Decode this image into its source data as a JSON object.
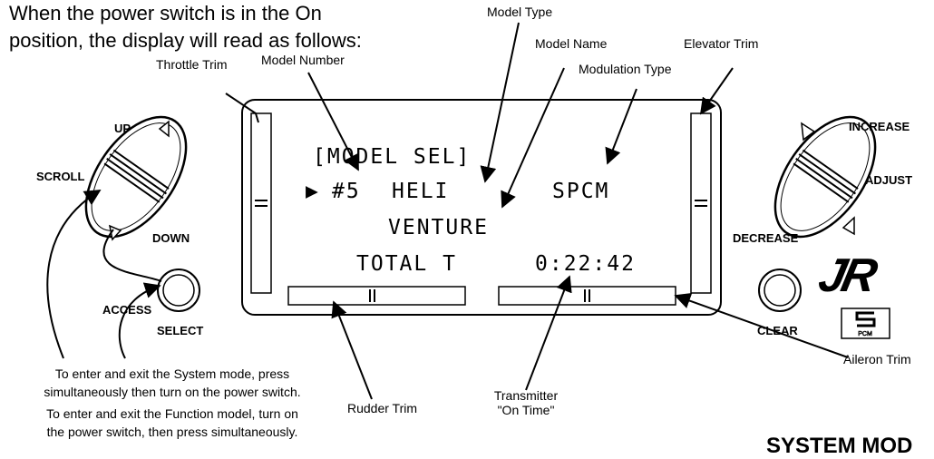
{
  "intro": {
    "line1": "When the power switch is in the On",
    "line2": "position, the display will read as follows:"
  },
  "callouts": {
    "throttle_trim": "Throttle Trim",
    "model_number": "Model Number",
    "model_type": "Model Type",
    "model_name": "Model Name",
    "modulation_type": "Modulation Type",
    "elevator_trim": "Elevator Trim",
    "rudder_trim": "Rudder Trim",
    "transmitter_on_time_line1": "Transmitter",
    "transmitter_on_time_line2": "\"On Time\"",
    "aileron_trim": "Aileron Trim"
  },
  "display": {
    "row1": "[MODEL SEL]",
    "row2_marker": "▶",
    "row2_number": "#5",
    "row2_type": "HELI",
    "row2_modulation": "SPCM",
    "row3_name": "VENTURE",
    "row4_label": "TOTAL T",
    "row4_time": "0:22:42"
  },
  "left_controls": {
    "up": "UP",
    "scroll": "SCROLL",
    "down": "DOWN",
    "access": "ACCESS",
    "select": "SELECT"
  },
  "right_controls": {
    "increase": "INCREASE",
    "adjust": "ADJUST",
    "decrease": "DECREASE",
    "clear": "CLEAR"
  },
  "logos": {
    "brand": "JR",
    "pcm": "PCM"
  },
  "notes": {
    "system_line1": "To enter and exit the System mode, press",
    "system_line2": "simultaneously then turn on the power switch.",
    "function_line1": "To enter and exit the Function model, turn on",
    "function_line2": "the power switch, then press simultaneously."
  },
  "footer": {
    "title": "SYSTEM MOD"
  }
}
